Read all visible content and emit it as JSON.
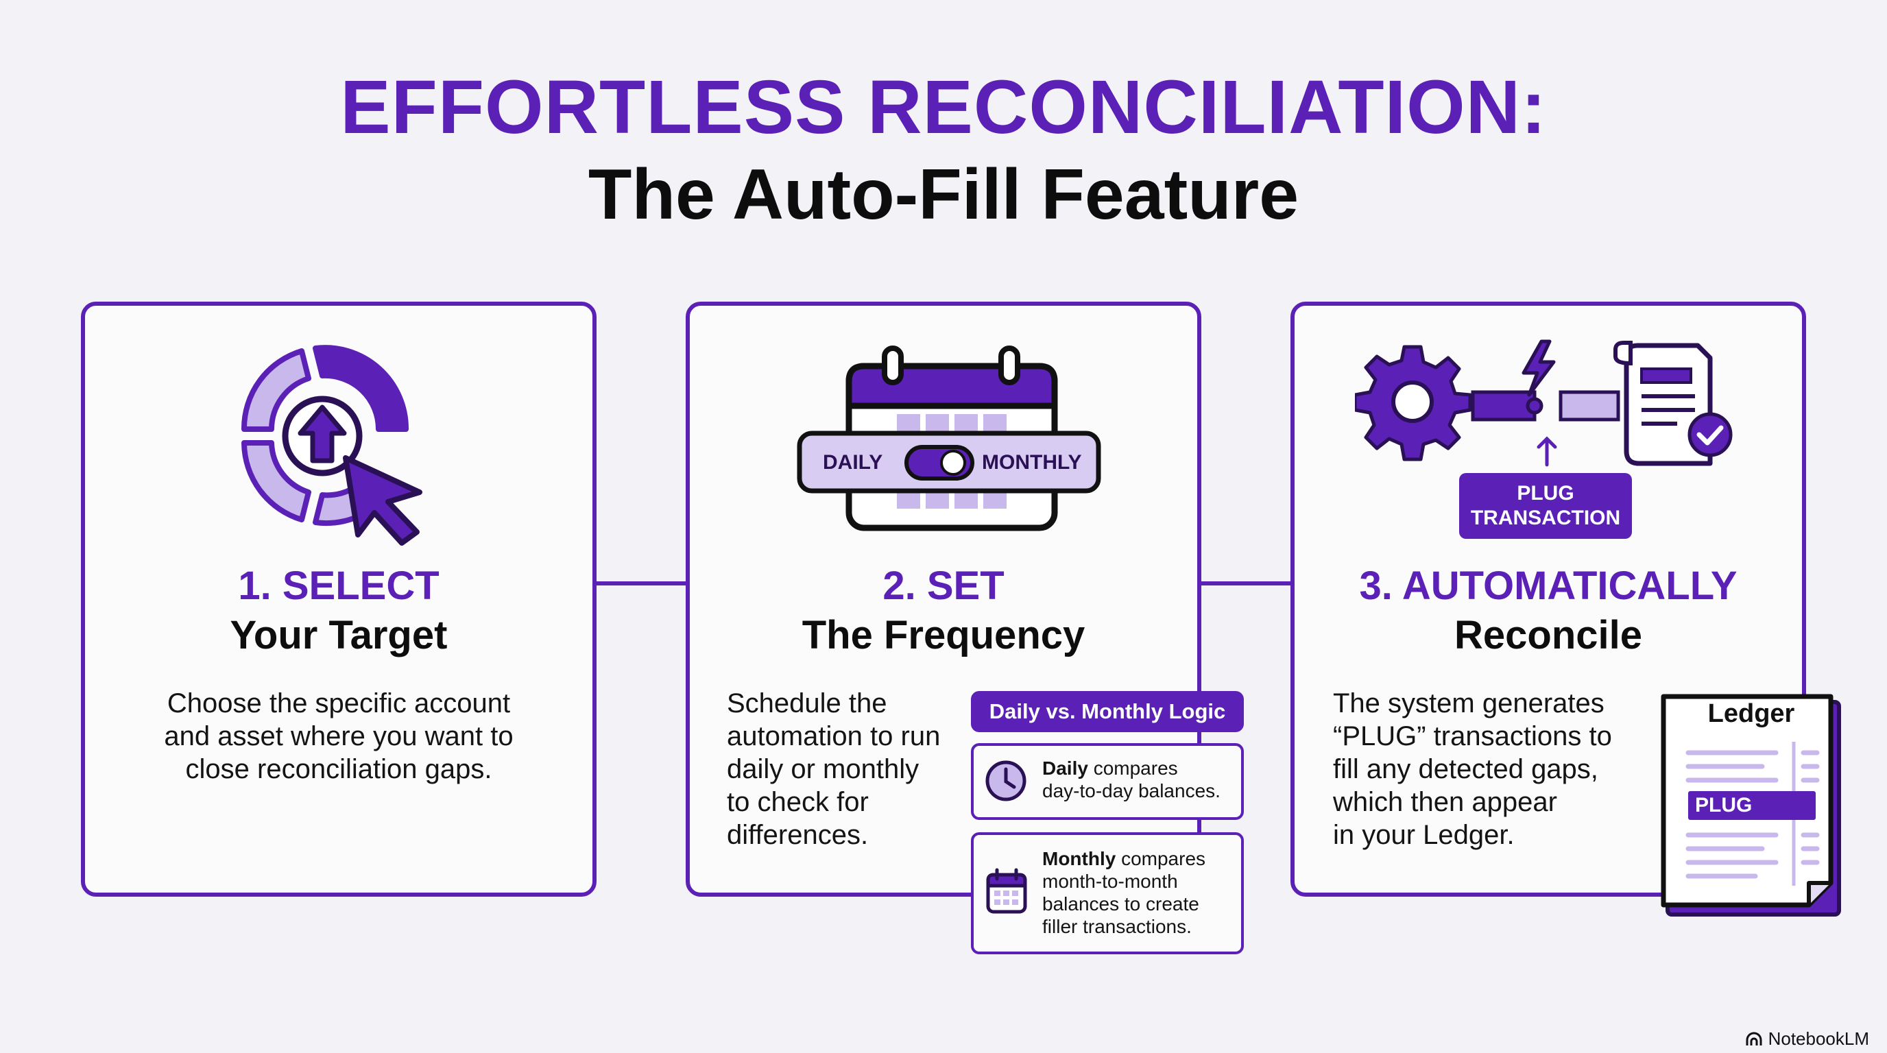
{
  "title": {
    "main": "EFFORTLESS RECONCILIATION:",
    "sub": "The Auto-Fill Feature"
  },
  "steps": [
    {
      "number": "1. SELECT",
      "title": "Your Target",
      "description": [
        "Choose the specific account",
        "and asset where you want to",
        "close reconciliation gaps."
      ],
      "icon": "target-cursor-icon"
    },
    {
      "number": "2. SET",
      "title": "The Frequency",
      "description": [
        "Schedule the",
        "automation to run",
        "daily or monthly",
        "to check for",
        "differences."
      ],
      "icon": "calendar-toggle-icon",
      "toggle": {
        "left": "DAILY",
        "right": "MONTHLY"
      },
      "logic": {
        "header": "Daily vs. Monthly Logic",
        "daily": {
          "bold": "Daily",
          "rest": " compares",
          "line2": "day-to-day balances."
        },
        "monthly": {
          "bold": "Monthly",
          "rest": " compares",
          "line2": "month-to-month",
          "line3": "balances to create",
          "line4": "filler transactions."
        }
      }
    },
    {
      "number": "3. AUTOMATICALLY",
      "title": "Reconcile",
      "description": [
        "The system generates",
        "“PLUG” transactions to",
        "fill any detected gaps,",
        "which then appear",
        "in your Ledger."
      ],
      "icon": "gear-document-icon",
      "plug_label": [
        "PLUG",
        "TRANSACTION"
      ],
      "ledger": {
        "title": "Ledger",
        "tag": "PLUG"
      }
    }
  ],
  "brand": "NotebookLM",
  "colors": {
    "accent": "#5b21b6",
    "light_accent": "#c9b8ec",
    "background": "#f3f2f6"
  }
}
